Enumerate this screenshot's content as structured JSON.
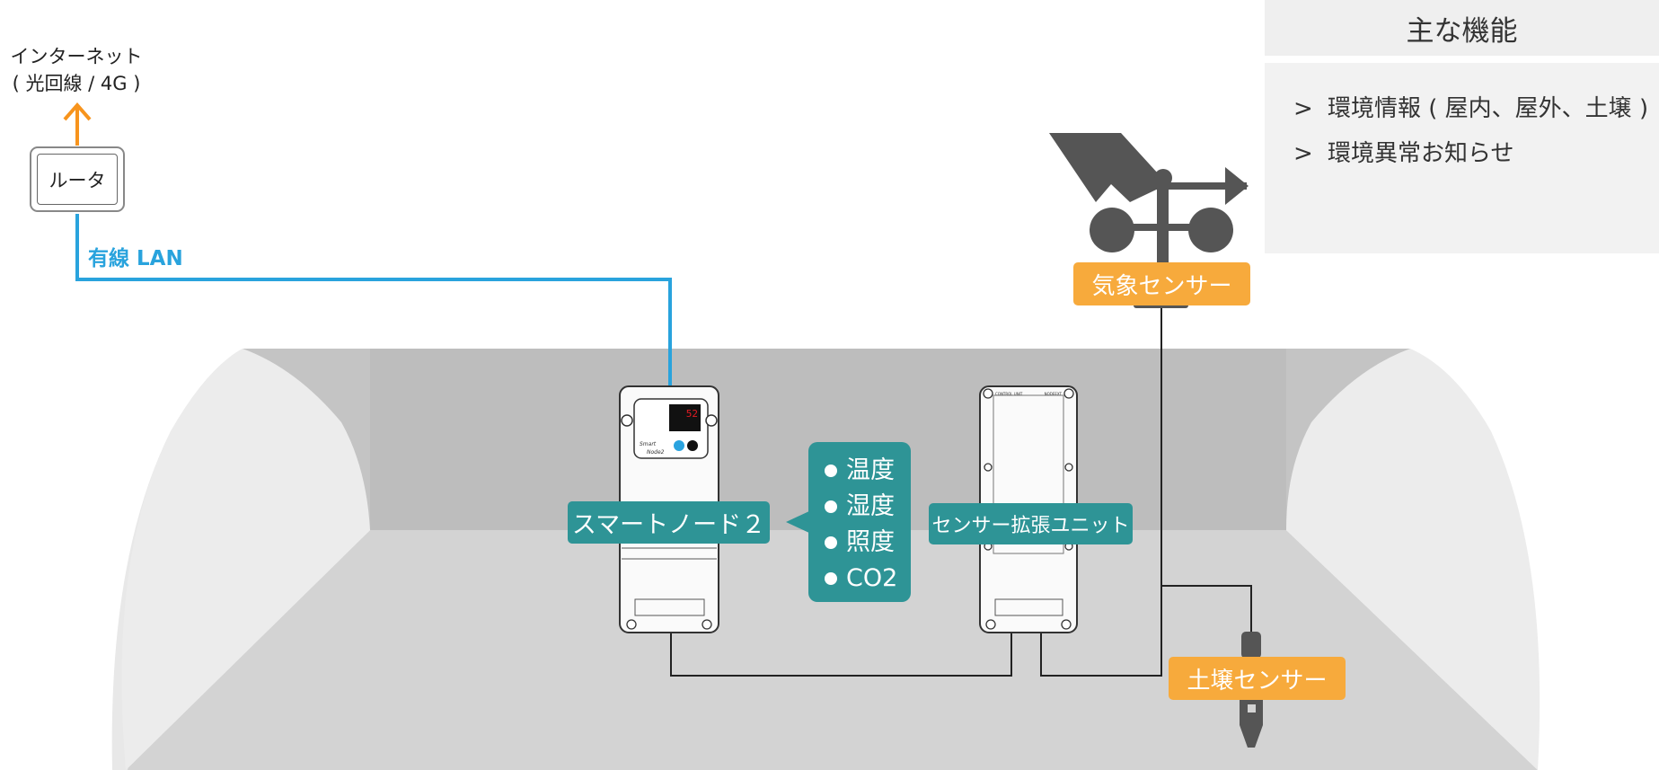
{
  "internet": {
    "line1": "インターネット",
    "line2": "( 光回線 / 4G )"
  },
  "router": {
    "label": "ルータ"
  },
  "lan": {
    "label": "有線 LAN"
  },
  "features": {
    "title": "主な機能",
    "items": [
      {
        "marker": ">",
        "text": "環境情報 ( 屋内、屋外、土壌 )"
      },
      {
        "marker": ">",
        "text": "環境異常お知らせ"
      }
    ]
  },
  "smart_node": {
    "label": "スマートノード２",
    "display_value": "52",
    "brand_line1": "Smart",
    "brand_line2": "Node2"
  },
  "measurements": {
    "items": [
      "温度",
      "湿度",
      "照度",
      "CO2"
    ]
  },
  "extension_unit": {
    "label": "センサー拡張ユニット",
    "header_left": "CONTROL UNIT",
    "header_right": "NODEEXT"
  },
  "weather_sensor": {
    "label": "気象センサー"
  },
  "soil_sensor": {
    "label": "土壌センサー"
  },
  "colors": {
    "lan_blue": "#29a3dd",
    "internet_orange": "#f7941d",
    "teal": "#2e9496",
    "orange_label": "#f7aa3c",
    "greenhouse_gray": "#c7c7c7"
  }
}
